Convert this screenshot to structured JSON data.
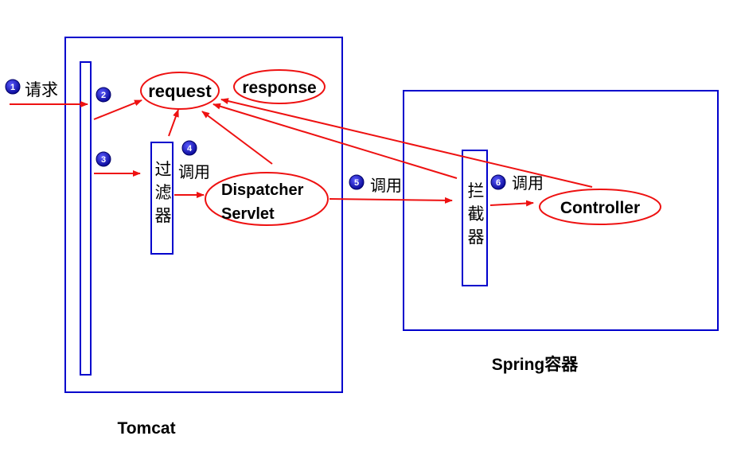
{
  "labels": {
    "tomcat": "Tomcat",
    "spring": "Spring容器",
    "request": "request",
    "response": "response",
    "dispatcher_line1": "Dispatcher",
    "dispatcher_line2": "Servlet",
    "controller": "Controller",
    "filter": [
      "过",
      "滤",
      "器"
    ],
    "interceptor": [
      "拦",
      "截",
      "器"
    ]
  },
  "steps": [
    {
      "number": "1",
      "text": "请求"
    },
    {
      "number": "2",
      "text": ""
    },
    {
      "number": "3",
      "text": ""
    },
    {
      "number": "4",
      "text": "调用"
    },
    {
      "number": "5",
      "text": "调用"
    },
    {
      "number": "6",
      "text": "调用"
    }
  ],
  "colors": {
    "box": "#0000cc",
    "arrow": "#ee1111",
    "badge": "#1a1acc"
  }
}
